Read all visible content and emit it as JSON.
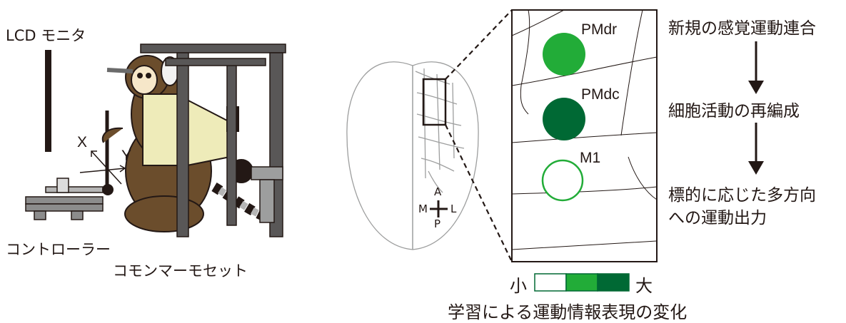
{
  "setup": {
    "lcd_label": "LCD モニタ",
    "controller_label": "コントローラー",
    "marmoset_label": "コモンマーモセット",
    "axis_x": "X",
    "axis_y": "Y"
  },
  "brain": {
    "dir_a": "A",
    "dir_p": "P",
    "dir_m": "M",
    "dir_l": "L"
  },
  "inset": {
    "areas": [
      {
        "name": "PMdr",
        "level": "medium",
        "fill": "#22ac38"
      },
      {
        "name": "PMdc",
        "level": "large",
        "fill": "#006934"
      },
      {
        "name": "M1",
        "level": "small",
        "fill": "#ffffff"
      }
    ]
  },
  "legend": {
    "small_label": "小",
    "large_label": "大",
    "colors": [
      "#ffffff",
      "#22ac38",
      "#006934"
    ],
    "caption": "学習による運動情報表現の変化"
  },
  "flow": {
    "steps": [
      "新規の感覚運動連合",
      "細胞活動の再編成",
      "標的に応じた多方向",
      "への運動出力"
    ]
  }
}
